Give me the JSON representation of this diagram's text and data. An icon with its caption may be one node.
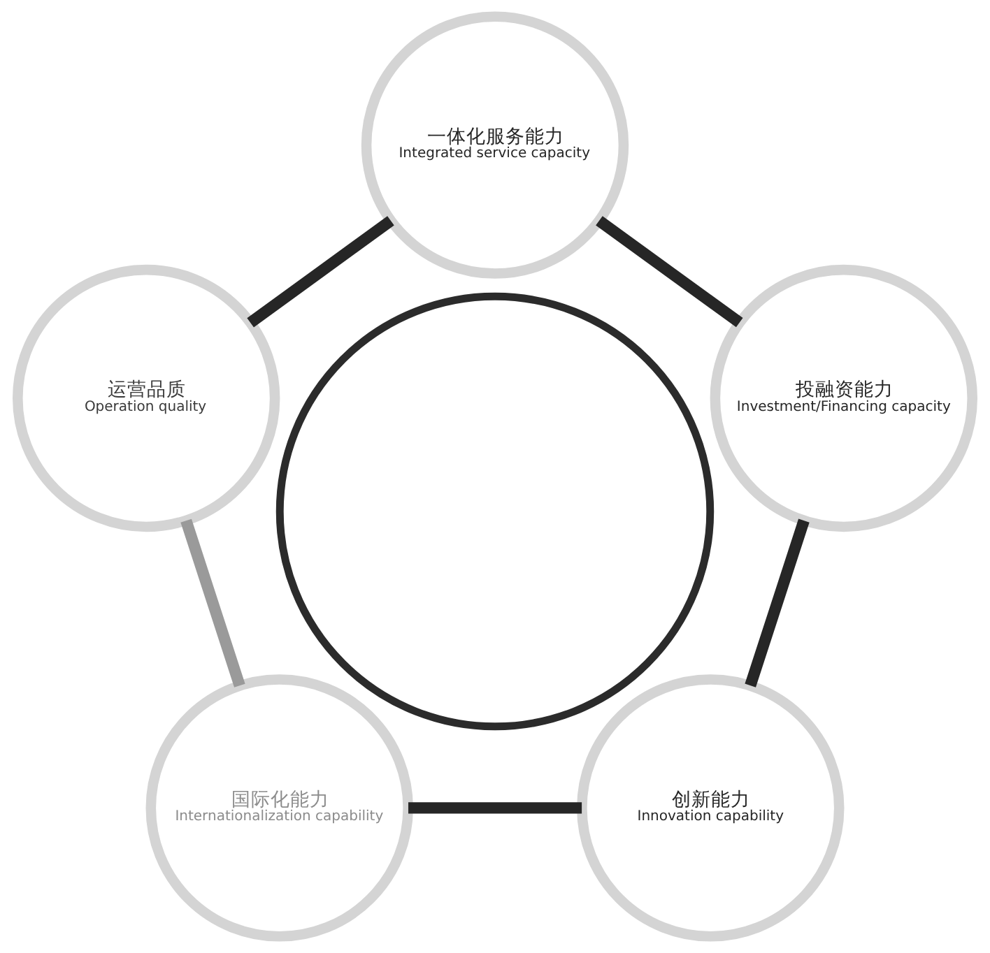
{
  "diagram": {
    "nodes": [
      {
        "text": [
          "一体化服务能力",
          "Integrated service capacity"
        ]
      },
      {
        "text": [
          "运营品质",
          "Operation quality"
        ]
      },
      {
        "text": [
          "投融资能力",
          "Investment/Financing capacity"
        ]
      },
      {
        "text": [],
        "shape": "circle"
      },
      {
        "text": [
          "国际化能力",
          "Internationalization capability"
        ]
      },
      {
        "text": [
          "创新能力",
          "Innovation capability"
        ]
      }
    ],
    "edges": [
      {
        "from": 0,
        "to": 2,
        "arrow": "none"
      },
      {
        "from": 2,
        "to": 5,
        "arrow": "none"
      },
      {
        "from": 5,
        "to": 4,
        "arrow": "none"
      },
      {
        "from": 4,
        "to": 1,
        "arrow": "none",
        "color": "#9a9a9a"
      },
      {
        "from": 1,
        "to": 0,
        "arrow": "none"
      }
    ]
  }
}
